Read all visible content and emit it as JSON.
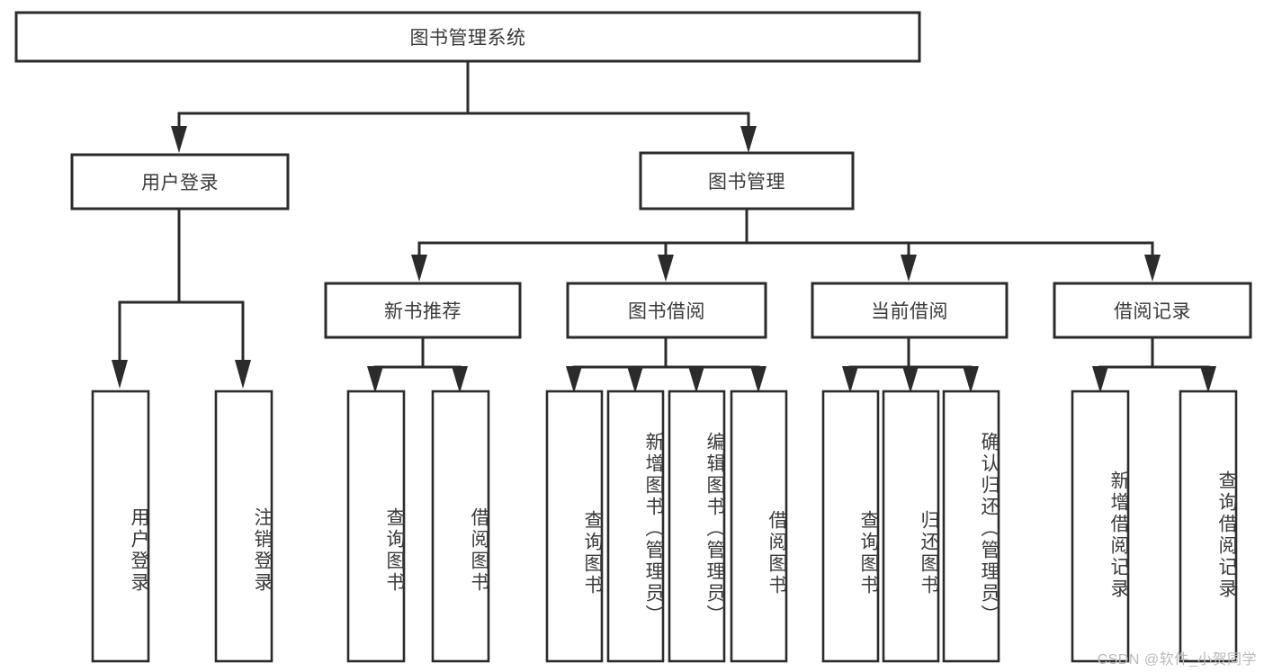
{
  "diagram": {
    "type": "tree-hierarchy-chart",
    "title": "图书管理系统",
    "colors": {
      "box_stroke": "#2b2b2b",
      "box_fill": "#ffffff",
      "text": "#3a3a3a",
      "connector": "#2b2b2b",
      "watermark": "#b9b9b9",
      "background": "#ffffff"
    },
    "root": {
      "label": "图书管理系统",
      "orientation": "horizontal"
    },
    "level2": [
      {
        "label": "用户登录",
        "orientation": "horizontal"
      },
      {
        "label": "图书管理",
        "orientation": "horizontal"
      }
    ],
    "level3": [
      {
        "label": "新书推荐",
        "orientation": "horizontal"
      },
      {
        "label": "图书借阅",
        "orientation": "horizontal"
      },
      {
        "label": "当前借阅",
        "orientation": "horizontal"
      },
      {
        "label": "借阅记录",
        "orientation": "horizontal"
      }
    ],
    "leaves": {
      "user_login": [
        {
          "label": "用户登录",
          "orientation": "vertical"
        },
        {
          "label": "注销登录",
          "orientation": "vertical"
        }
      ],
      "new_book_recommend": [
        {
          "label": "查询图书",
          "orientation": "vertical"
        },
        {
          "label": "借阅图书",
          "orientation": "vertical"
        }
      ],
      "book_borrow": [
        {
          "label": "查询图书",
          "orientation": "vertical"
        },
        {
          "label": "新增图书（管理员）",
          "orientation": "vertical"
        },
        {
          "label": "编辑图书（管理员）",
          "orientation": "vertical"
        },
        {
          "label": "借阅图书",
          "orientation": "vertical"
        }
      ],
      "current_borrow": [
        {
          "label": "查询图书",
          "orientation": "vertical"
        },
        {
          "label": "归还图书",
          "orientation": "vertical"
        },
        {
          "label": "确认归还（管理员）",
          "orientation": "vertical"
        }
      ],
      "borrow_records": [
        {
          "label": "新增借阅记录",
          "orientation": "vertical"
        },
        {
          "label": "查询借阅记录",
          "orientation": "vertical"
        }
      ]
    }
  },
  "watermark": {
    "text": "CSDN @软件_小贺同学"
  }
}
